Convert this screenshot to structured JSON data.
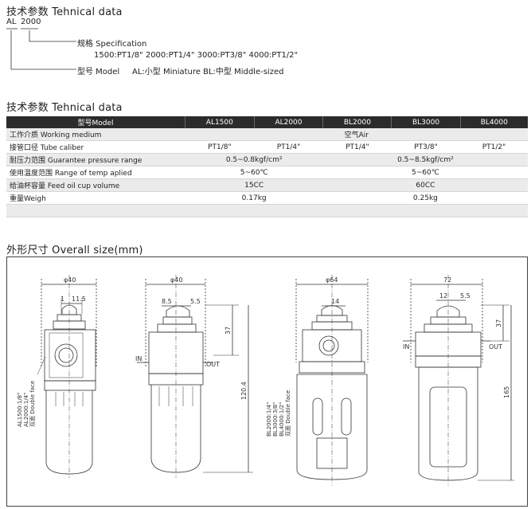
{
  "section1": {
    "title": "技术参数 Tehnical data",
    "code_prefix": "AL",
    "code_number": "2000",
    "spec_label": "规格 Specification",
    "spec_values": "1500:PT1/8\"   2000:PT1/4\"   3000:PT3/8\"   4000:PT1/2\"",
    "model_label": "型号 Model",
    "model_values": "AL:小型 Miniature  BL:中型 Middle-sized"
  },
  "section2": {
    "title": "技术参数 Tehnical data",
    "headers": [
      "型号Model",
      "AL1500",
      "AL2000",
      "BL2000",
      "BL3000",
      "BL4000"
    ],
    "rows": [
      {
        "label": "工作介质 Working medium",
        "cells": [
          {
            "text": "空气Air",
            "span": 5
          }
        ]
      },
      {
        "label": "接管口径 Tube caliber",
        "cells": [
          {
            "text": "PT1/8\"",
            "span": 1
          },
          {
            "text": "PT1/4\"",
            "span": 1
          },
          {
            "text": "PT1/4\"",
            "span": 1
          },
          {
            "text": "PT3/8\"",
            "span": 1
          },
          {
            "text": "PT1/2\"",
            "span": 1
          }
        ]
      },
      {
        "label": "耐压力范围 Guarantee pressure range",
        "cells": [
          {
            "text": "0.5~0.8kgf/cm²",
            "span": 2
          },
          {
            "text": "0.5~8.5kgf/cm²",
            "span": 3
          }
        ]
      },
      {
        "label": "使用温度范围 Range of temp aplied",
        "cells": [
          {
            "text": "5~60℃",
            "span": 2
          },
          {
            "text": "5~60℃",
            "span": 3
          }
        ]
      },
      {
        "label": "给油杯容量 Feed oil cup volume",
        "cells": [
          {
            "text": "15CC",
            "span": 2
          },
          {
            "text": "60CC",
            "span": 3
          }
        ]
      },
      {
        "label": "重量Weigh",
        "cells": [
          {
            "text": "0.17kg",
            "span": 2
          },
          {
            "text": "0.25kg",
            "span": 3
          }
        ]
      },
      {
        "label": "",
        "cells": [
          {
            "text": "",
            "span": 2
          },
          {
            "text": "",
            "span": 3
          }
        ]
      }
    ]
  },
  "section3": {
    "title": "外形尺寸 Overall size(mm)",
    "dims": {
      "d40a": "φ40",
      "d11": "11.5",
      "d1": "1",
      "d40b": "φ40",
      "d85": "8.5",
      "d55b": "5.5",
      "d37b": "37",
      "d1204": "120.4",
      "in_b": "IN",
      "out_b": "OUT",
      "d64": "φ64",
      "d14": "14",
      "d72": "72",
      "d12": "12",
      "d55d": "5.5",
      "d37d": "37",
      "d165": "165",
      "in_d": "IN",
      "out_d": "OUT"
    },
    "notes": {
      "al_line1": "AL1500:1/8\"",
      "al_line2": "AL2000:1/4\"",
      "al_line3": "双面 Double face",
      "bl_line1": "BL2000:1/4\"",
      "bl_line2": "BL3000:3/8\"",
      "bl_line3": "BL4000:1/2\"",
      "bl_line4": "双面 Double face"
    }
  }
}
